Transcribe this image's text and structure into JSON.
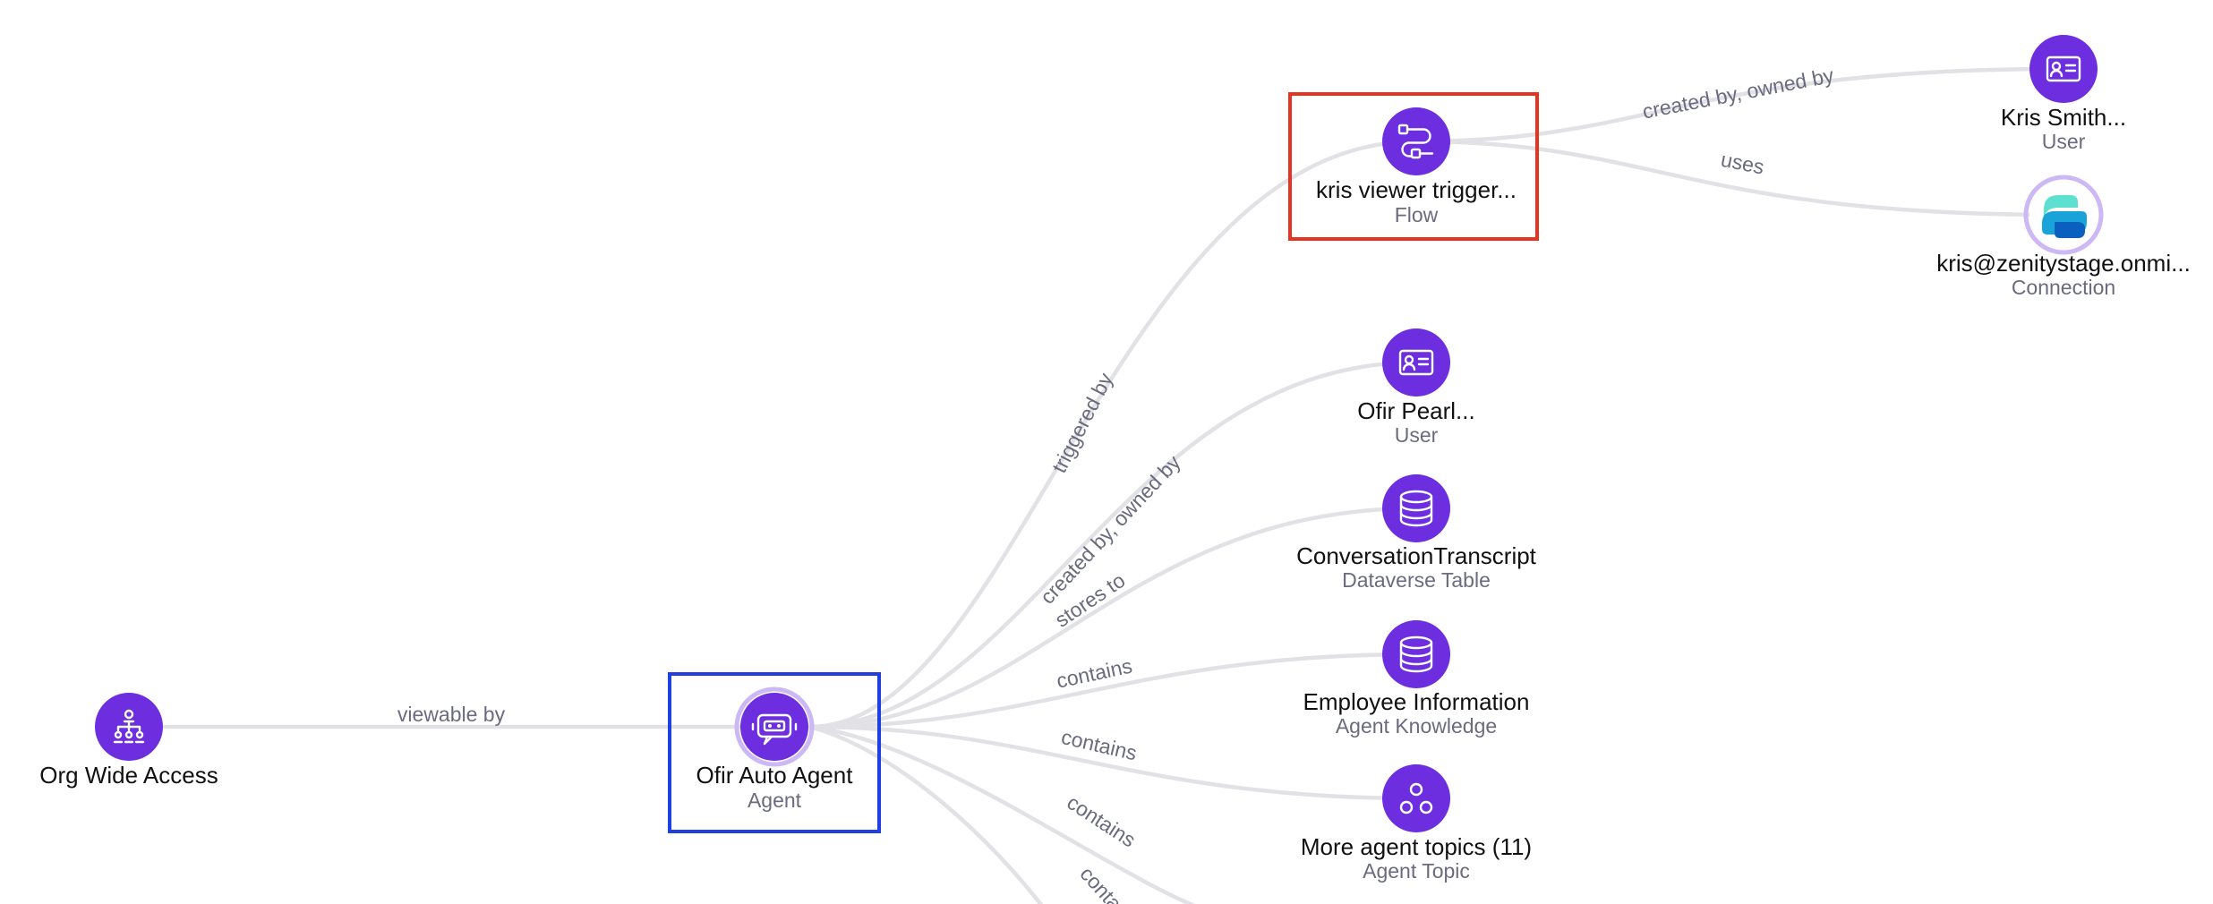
{
  "colors": {
    "node": "#6d2ee0",
    "edge": "#e1e1e6",
    "label": "#6b6b80",
    "highlight_flow": "#e5341f",
    "highlight_agent": "#1f3fe0"
  },
  "nodes": {
    "org": {
      "title": "Org Wide Access",
      "type": "",
      "icon": "org-chart-icon"
    },
    "agent": {
      "title": "Ofir Auto Agent",
      "type": "Agent",
      "icon": "bot-icon"
    },
    "flow": {
      "title": "kris viewer trigger...",
      "type": "Flow",
      "icon": "flow-icon"
    },
    "kris_user": {
      "title": "Kris Smith...",
      "type": "User",
      "icon": "id-card-icon"
    },
    "connection": {
      "title": "kris@zenitystage.onmi...",
      "type": "Connection",
      "icon": "connector-logo"
    },
    "ofir_user": {
      "title": "Ofir Pearl...",
      "type": "User",
      "icon": "id-card-icon"
    },
    "transcript": {
      "title": "ConversationTranscript",
      "type": "Dataverse Table",
      "icon": "database-icon"
    },
    "employee": {
      "title": "Employee Information",
      "type": "Agent Knowledge",
      "icon": "database-icon"
    },
    "topics": {
      "title": "More agent topics (11)",
      "type": "Agent Topic",
      "icon": "topics-icon"
    }
  },
  "edges": {
    "viewable_by": "viewable by",
    "triggered_by": "triggered by",
    "created_owned_ofir": "created by, owned by",
    "stores_to": "stores to",
    "contains_1": "contains",
    "contains_2": "contains",
    "contains_3": "contains",
    "contains_4": "conta",
    "created_owned_kris": "created by, owned by",
    "uses": "uses"
  }
}
